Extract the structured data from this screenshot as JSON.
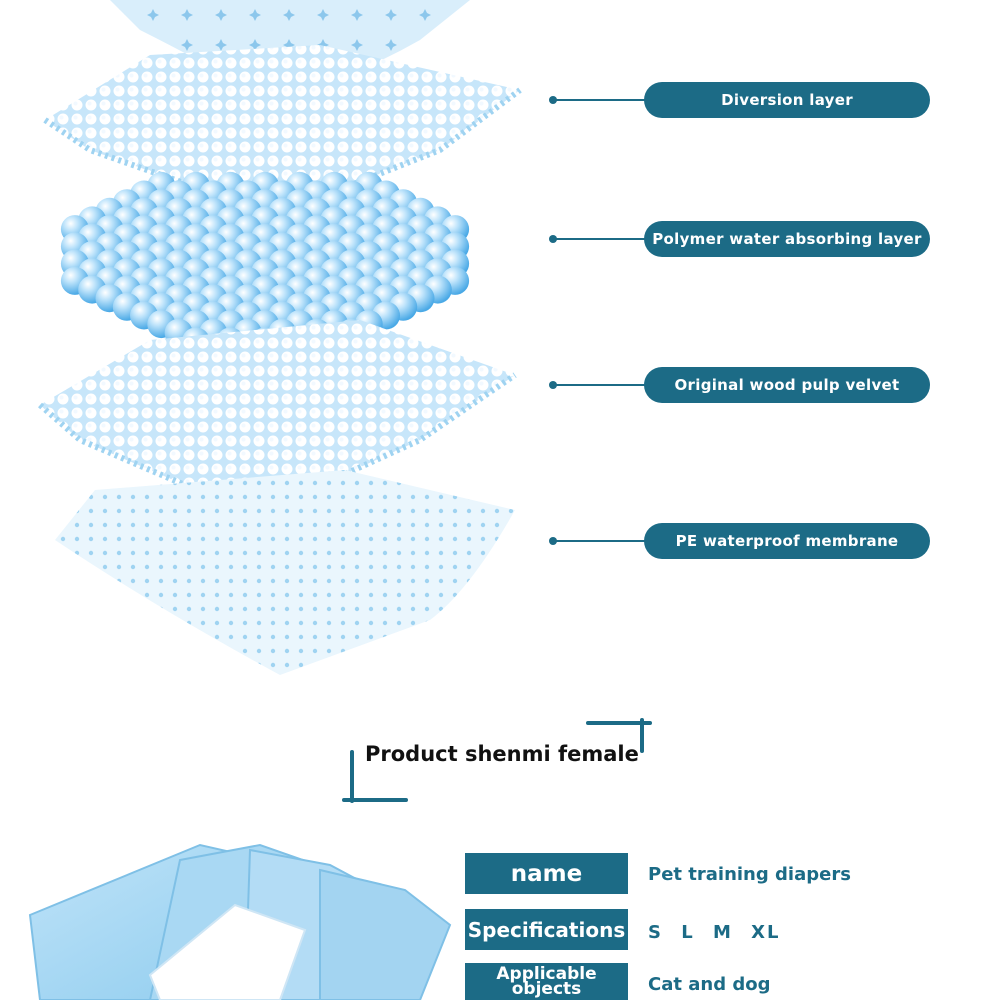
{
  "colors": {
    "accent": "#1c6b86",
    "pad_blue": "#9fd3f1",
    "light_blue": "#dff1fc"
  },
  "layers": [
    {
      "label": "Diversion layer"
    },
    {
      "label": "Polymer water absorbing layer"
    },
    {
      "label": "Original wood pulp velvet"
    },
    {
      "label": "PE waterproof membrane"
    }
  ],
  "section_title": "Product shenmi female",
  "specs": [
    {
      "key": "name",
      "value": "Pet training diapers"
    },
    {
      "key": "Specifications",
      "value": "S L M XL"
    },
    {
      "key": "Applicable objects",
      "value": "Cat and dog"
    }
  ]
}
